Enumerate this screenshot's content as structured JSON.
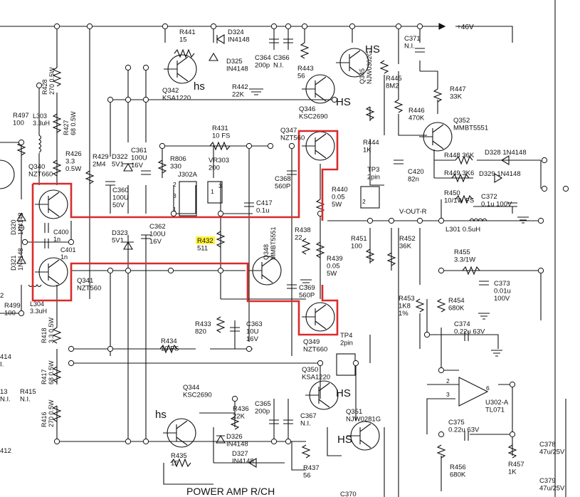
{
  "title": "POWER AMP R/CH",
  "rail": "+46V",
  "colors": {
    "wire": "#111111",
    "highlight": "#d92b2b",
    "marker": "#fff23a"
  },
  "labels": [
    {
      "id": "r441",
      "lines": [
        "R441",
        "15"
      ]
    },
    {
      "id": "d324",
      "lines": [
        "D324",
        "IN4148"
      ]
    },
    {
      "id": "d325",
      "lines": [
        "D325",
        "IN4148"
      ]
    },
    {
      "id": "r442",
      "lines": [
        "R442",
        "22K"
      ]
    },
    {
      "id": "q342",
      "lines": [
        "Q342",
        "KSA1220"
      ]
    },
    {
      "id": "q342hs",
      "lines": [
        "hs"
      ]
    },
    {
      "id": "c364",
      "lines": [
        "C364",
        "200p"
      ]
    },
    {
      "id": "c366",
      "lines": [
        "C366",
        "N.I."
      ]
    },
    {
      "id": "r443",
      "lines": [
        "R443",
        "56"
      ]
    },
    {
      "id": "q346",
      "lines": [
        "Q346",
        "KSC2690"
      ]
    },
    {
      "id": "q346hs",
      "lines": [
        "HS"
      ]
    },
    {
      "id": "q345",
      "lines": [
        "Q345",
        "NJW0302G"
      ]
    },
    {
      "id": "q345hs",
      "lines": [
        "HS"
      ]
    },
    {
      "id": "r445",
      "lines": [
        "R445",
        "8M2"
      ]
    },
    {
      "id": "c371",
      "lines": [
        "C371",
        "N.I."
      ]
    },
    {
      "id": "r447",
      "lines": [
        "R447",
        "33K"
      ]
    },
    {
      "id": "r446",
      "lines": [
        "R446",
        "470K"
      ]
    },
    {
      "id": "q352",
      "lines": [
        "Q352",
        "MMBT5551"
      ]
    },
    {
      "id": "r428",
      "lines": [
        "R428",
        "270 0.5W"
      ]
    },
    {
      "id": "r427",
      "lines": [
        "R427",
        "68 0.5W"
      ]
    },
    {
      "id": "r497",
      "lines": [
        "R497",
        "100"
      ]
    },
    {
      "id": "l303",
      "lines": [
        "L303",
        "3.3uH"
      ]
    },
    {
      "id": "r426",
      "lines": [
        "R426",
        "3.3",
        "0.5W"
      ]
    },
    {
      "id": "q340",
      "lines": [
        "Q340",
        "NZT660"
      ]
    },
    {
      "id": "r429",
      "lines": [
        "R429",
        "2M4"
      ]
    },
    {
      "id": "d322",
      "lines": [
        "D322",
        "5V1"
      ]
    },
    {
      "id": "c361",
      "lines": [
        "C361",
        "100U",
        "16V"
      ]
    },
    {
      "id": "c360",
      "lines": [
        "C360",
        "100U",
        "50V"
      ]
    },
    {
      "id": "r806",
      "lines": [
        "R806",
        "330"
      ]
    },
    {
      "id": "r431",
      "lines": [
        "R431",
        "10 FS"
      ]
    },
    {
      "id": "vr303",
      "lines": [
        "VR303",
        "200"
      ]
    },
    {
      "id": "j302a",
      "lines": [
        "J302A"
      ]
    },
    {
      "id": "q347",
      "lines": [
        "Q347",
        "NZT560"
      ]
    },
    {
      "id": "c368",
      "lines": [
        "C368",
        "560P"
      ]
    },
    {
      "id": "r444",
      "lines": [
        "R444",
        "1K"
      ]
    },
    {
      "id": "tp3",
      "lines": [
        "TP3",
        "2pin"
      ]
    },
    {
      "id": "c420",
      "lines": [
        "C420",
        "82n"
      ]
    },
    {
      "id": "r448",
      "lines": [
        "R448 36K"
      ]
    },
    {
      "id": "d328",
      "lines": [
        "D328 1N4148"
      ]
    },
    {
      "id": "r449",
      "lines": [
        "R449 3K6"
      ]
    },
    {
      "id": "d329",
      "lines": [
        "D329 1N4148"
      ]
    },
    {
      "id": "r450",
      "lines": [
        "R450",
        "10/1W FS"
      ]
    },
    {
      "id": "c372",
      "lines": [
        "C372",
        "0.1u 100V"
      ]
    },
    {
      "id": "r440",
      "lines": [
        "R440",
        "0.05",
        "5W"
      ]
    },
    {
      "id": "c417",
      "lines": [
        "C417",
        "0.1u"
      ]
    },
    {
      "id": "voutr",
      "lines": [
        "V-OUT-R"
      ]
    },
    {
      "id": "l301",
      "lines": [
        "L301 0.5uH"
      ]
    },
    {
      "id": "d320",
      "lines": [
        "D320",
        "1N4148"
      ]
    },
    {
      "id": "d321",
      "lines": [
        "D321",
        "1N4148"
      ]
    },
    {
      "id": "c400",
      "lines": [
        "C400",
        "1n"
      ]
    },
    {
      "id": "c401",
      "lines": [
        "C401",
        "1n"
      ]
    },
    {
      "id": "d323",
      "lines": [
        "D323",
        "5V1"
      ]
    },
    {
      "id": "c362",
      "lines": [
        "C362",
        "100U",
        "16V"
      ]
    },
    {
      "id": "r432",
      "lines": [
        "R432",
        "511"
      ]
    },
    {
      "id": "q348",
      "lines": [
        "Q348",
        "MMBT5551"
      ]
    },
    {
      "id": "r438",
      "lines": [
        "R438",
        "22"
      ]
    },
    {
      "id": "r451",
      "lines": [
        "R451",
        "100"
      ]
    },
    {
      "id": "r452",
      "lines": [
        "R452",
        "36K"
      ]
    },
    {
      "id": "r455",
      "lines": [
        "R455",
        "3.3/1W"
      ]
    },
    {
      "id": "r439",
      "lines": [
        "R439",
        "0.05",
        "5W"
      ]
    },
    {
      "id": "q341",
      "lines": [
        "Q341",
        "NZT560"
      ]
    },
    {
      "id": "l304",
      "lines": [
        "L304",
        "3.3uH"
      ]
    },
    {
      "id": "r499",
      "lines": [
        "R499",
        "100"
      ]
    },
    {
      "id": "r2",
      "lines": [
        "2"
      ]
    },
    {
      "id": "c369",
      "lines": [
        "C369",
        "560P"
      ]
    },
    {
      "id": "c373",
      "lines": [
        "C373",
        "0.01u",
        "100V"
      ]
    },
    {
      "id": "r453",
      "lines": [
        "R453",
        "1K8",
        "1%"
      ]
    },
    {
      "id": "r454",
      "lines": [
        "R454",
        "680K"
      ]
    },
    {
      "id": "r433",
      "lines": [
        "R433",
        "820"
      ]
    },
    {
      "id": "c363",
      "lines": [
        "C363",
        "10U",
        "16V"
      ]
    },
    {
      "id": "q349",
      "lines": [
        "Q349",
        "NZT660"
      ]
    },
    {
      "id": "c374",
      "lines": [
        "C374",
        "0.22u 63V"
      ]
    },
    {
      "id": "tp4",
      "lines": [
        "TP4",
        "2pin"
      ]
    },
    {
      "id": "r418",
      "lines": [
        "R418",
        "3.3 0.5W"
      ]
    },
    {
      "id": "r434",
      "lines": [
        "R434",
        "10 FS"
      ]
    },
    {
      "id": "r414",
      "lines": [
        "414",
        "I."
      ]
    },
    {
      "id": "q350",
      "lines": [
        "Q350",
        "KSA1220"
      ]
    },
    {
      "id": "q350hs",
      "lines": [
        "HS"
      ]
    },
    {
      "id": "r417",
      "lines": [
        "R417",
        "68 0.5W"
      ]
    },
    {
      "id": "r13",
      "lines": [
        "13",
        "N.I."
      ]
    },
    {
      "id": "r415",
      "lines": [
        "R415",
        "N.I."
      ]
    },
    {
      "id": "u302",
      "lines": [
        "U302-A",
        "TL071"
      ]
    },
    {
      "id": "q344",
      "lines": [
        "Q344",
        "KSC2690"
      ]
    },
    {
      "id": "q344hs",
      "lines": [
        "hs"
      ]
    },
    {
      "id": "r436",
      "lines": [
        "R436",
        "22K"
      ]
    },
    {
      "id": "c365",
      "lines": [
        "C365",
        "200p"
      ]
    },
    {
      "id": "c367",
      "lines": [
        "C367",
        "N.I."
      ]
    },
    {
      "id": "q351",
      "lines": [
        "Q351",
        "NJW0281G"
      ]
    },
    {
      "id": "q351hs",
      "lines": [
        "HS"
      ]
    },
    {
      "id": "r416",
      "lines": [
        "R416",
        "270 0.5W"
      ]
    },
    {
      "id": "d326",
      "lines": [
        "D326",
        "IN4148"
      ]
    },
    {
      "id": "c375",
      "lines": [
        "C375",
        "0.22u 63V"
      ]
    },
    {
      "id": "c378",
      "lines": [
        "C378",
        "47u/25V"
      ]
    },
    {
      "id": "r412",
      "lines": [
        "412"
      ]
    },
    {
      "id": "r435",
      "lines": [
        "R435",
        "15"
      ]
    },
    {
      "id": "d327",
      "lines": [
        "D327",
        "IN4148"
      ]
    },
    {
      "id": "r437",
      "lines": [
        "R437",
        "56"
      ]
    },
    {
      "id": "r456",
      "lines": [
        "R456",
        "680K"
      ]
    },
    {
      "id": "r457",
      "lines": [
        "R457",
        "1K"
      ]
    },
    {
      "id": "c379",
      "lines": [
        "C379",
        "47u/25V"
      ]
    },
    {
      "id": "c370",
      "lines": [
        "C370"
      ]
    },
    {
      "id": "pin2a",
      "lines": [
        "2"
      ]
    },
    {
      "id": "pin3a",
      "lines": [
        "3"
      ]
    },
    {
      "id": "pin6",
      "lines": [
        "6"
      ]
    },
    {
      "id": "pin2j",
      "lines": [
        "2"
      ]
    },
    {
      "id": "pin3j",
      "lines": [
        "3"
      ]
    },
    {
      "id": "pin1j",
      "lines": [
        "1"
      ]
    },
    {
      "id": "pin1v",
      "lines": [
        "1"
      ]
    },
    {
      "id": "pin2v",
      "lines": [
        "2"
      ]
    },
    {
      "id": "pin3v",
      "lines": [
        "3"
      ]
    }
  ]
}
